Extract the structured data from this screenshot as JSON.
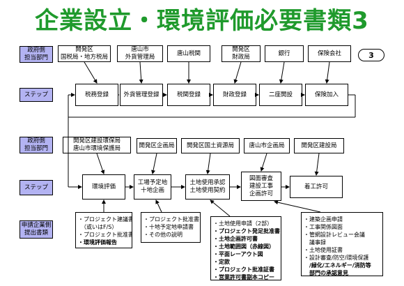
{
  "title": "企業設立・環境評価必要書類3",
  "page_badge": "3",
  "section1": {
    "gov_label": "政府側\n担当部門",
    "gov_offices": [
      "開発区\n国税局・地方税局",
      "唐山市\n外貨管理局",
      "唐山税関",
      "開発区\n財政局",
      "銀行",
      "保険会社"
    ],
    "step_label": "ステップ",
    "steps": [
      "税務登録",
      "外貨管理登録",
      "税関登録",
      "財政登録",
      "二座開設",
      "保険加入"
    ]
  },
  "section2": {
    "gov_label": "政府側\n担当部門",
    "gov_offices": [
      "開発区建設環保局\n唐山市環境保護局",
      "開発区企画局",
      "開発区国土資源局",
      "唐山市企画局",
      "開発区建設局"
    ],
    "step_label": "ステップ",
    "steps": [
      "環境評価",
      "工場予定地\n十地企画",
      "土地使用承認\n土地使用契約",
      "図面審査\n建設工事\n企画許可",
      "着工許可"
    ]
  },
  "docs": {
    "label": "申請企業側\n提出書類",
    "lists": [
      [
        {
          "t": "・プロジェクト建議書",
          "b": false
        },
        {
          "t": "　（或いはF/S）",
          "b": false
        },
        {
          "t": "・プロジェクト批准書",
          "b": false
        },
        {
          "t": "・環境評価報告",
          "b": true
        }
      ],
      [
        {
          "t": "・プロジェクト批准書",
          "b": false
        },
        {
          "t": "・十地予定地申請書",
          "b": false
        },
        {
          "t": "・その他の説明",
          "b": false
        }
      ],
      [
        {
          "t": "・土地使用申請（2部）",
          "b": false
        },
        {
          "t": "・プロジェクト発足批准書",
          "b": true
        },
        {
          "t": "・土地企画許可書",
          "b": true
        },
        {
          "t": "・土地範囲図（赤線図）",
          "b": true
        },
        {
          "t": "・平面レーアウト図",
          "b": true
        },
        {
          "t": "・定款",
          "b": true
        },
        {
          "t": "・プロジェクト批准証書",
          "b": true
        },
        {
          "t": "・営業許可書副本コピー",
          "b": true
        }
      ],
      [
        {
          "t": "・建築企画申請",
          "b": false
        },
        {
          "t": "・工事関係図面",
          "b": false
        },
        {
          "t": "・管網設計レビュー会議",
          "b": false
        },
        {
          "t": "　議事録",
          "b": false
        },
        {
          "t": "・土地使用証書",
          "b": false
        },
        {
          "t": "・設計審査/防空/環境保護",
          "b": false
        },
        {
          "t": "　/緑化/エネルギー/消防等",
          "b": true
        },
        {
          "t": "　部門の承認意見",
          "b": true
        }
      ]
    ]
  }
}
